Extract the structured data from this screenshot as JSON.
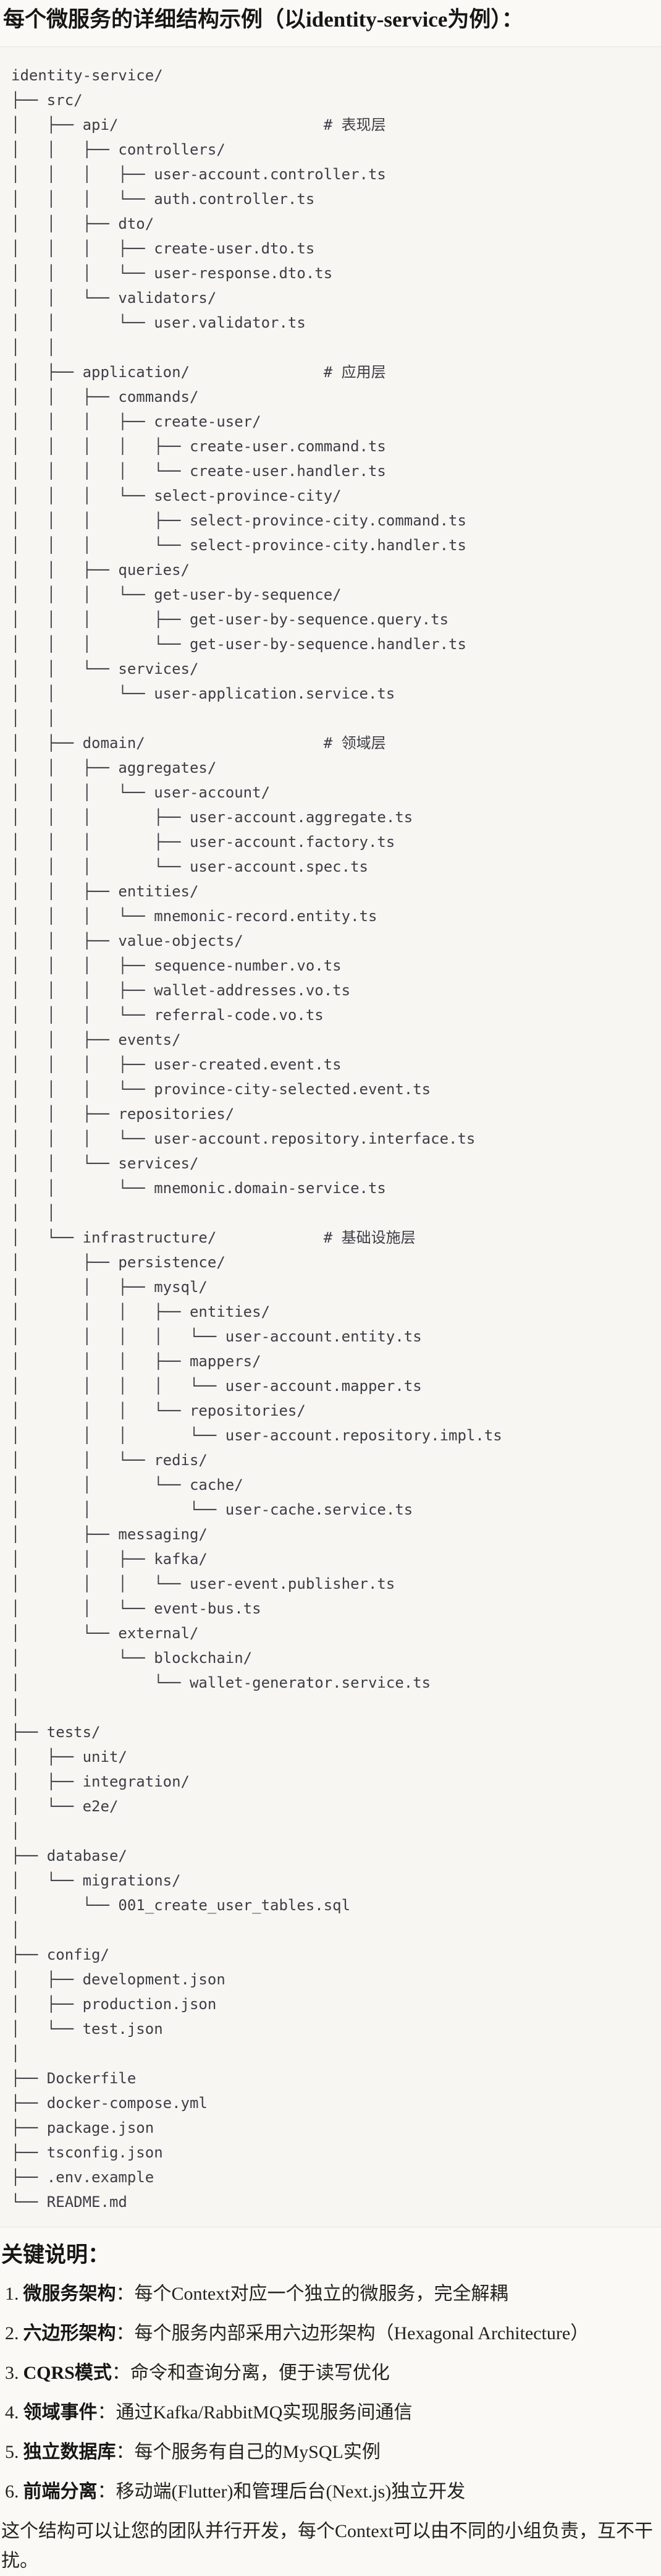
{
  "page": {
    "title": "每个微服务的详细结构示例（以identity-service为例）：",
    "colors": {
      "page_bg": "#faf9f5",
      "code_bg": "#f7f6f3",
      "code_border": "#e6e4de",
      "code_text": "#3d3d45",
      "heading_text": "#171614",
      "body_text": "#24231f"
    }
  },
  "code_block": {
    "lines": [
      "identity-service/",
      "├── src/",
      "│   ├── api/                       # 表现层",
      "│   │   ├── controllers/",
      "│   │   │   ├── user-account.controller.ts",
      "│   │   │   └── auth.controller.ts",
      "│   │   ├── dto/",
      "│   │   │   ├── create-user.dto.ts",
      "│   │   │   └── user-response.dto.ts",
      "│   │   └── validators/",
      "│   │       └── user.validator.ts",
      "│   │",
      "│   ├── application/               # 应用层",
      "│   │   ├── commands/",
      "│   │   │   ├── create-user/",
      "│   │   │   │   ├── create-user.command.ts",
      "│   │   │   │   └── create-user.handler.ts",
      "│   │   │   └── select-province-city/",
      "│   │   │       ├── select-province-city.command.ts",
      "│   │   │       └── select-province-city.handler.ts",
      "│   │   ├── queries/",
      "│   │   │   └── get-user-by-sequence/",
      "│   │   │       ├── get-user-by-sequence.query.ts",
      "│   │   │       └── get-user-by-sequence.handler.ts",
      "│   │   └── services/",
      "│   │       └── user-application.service.ts",
      "│   │",
      "│   ├── domain/                    # 领域层",
      "│   │   ├── aggregates/",
      "│   │   │   └── user-account/",
      "│   │   │       ├── user-account.aggregate.ts",
      "│   │   │       ├── user-account.factory.ts",
      "│   │   │       └── user-account.spec.ts",
      "│   │   ├── entities/",
      "│   │   │   └── mnemonic-record.entity.ts",
      "│   │   ├── value-objects/",
      "│   │   │   ├── sequence-number.vo.ts",
      "│   │   │   ├── wallet-addresses.vo.ts",
      "│   │   │   └── referral-code.vo.ts",
      "│   │   ├── events/",
      "│   │   │   ├── user-created.event.ts",
      "│   │   │   └── province-city-selected.event.ts",
      "│   │   ├── repositories/",
      "│   │   │   └── user-account.repository.interface.ts",
      "│   │   └── services/",
      "│   │       └── mnemonic.domain-service.ts",
      "│   │",
      "│   └── infrastructure/            # 基础设施层",
      "│       ├── persistence/",
      "│       │   ├── mysql/",
      "│       │   │   ├── entities/",
      "│       │   │   │   └── user-account.entity.ts",
      "│       │   │   ├── mappers/",
      "│       │   │   │   └── user-account.mapper.ts",
      "│       │   │   └── repositories/",
      "│       │   │       └── user-account.repository.impl.ts",
      "│       │   └── redis/",
      "│       │       └── cache/",
      "│       │           └── user-cache.service.ts",
      "│       ├── messaging/",
      "│       │   ├── kafka/",
      "│       │   │   └── user-event.publisher.ts",
      "│       │   └── event-bus.ts",
      "│       └── external/",
      "│           └── blockchain/",
      "│               └── wallet-generator.service.ts",
      "│",
      "├── tests/",
      "│   ├── unit/",
      "│   ├── integration/",
      "│   └── e2e/",
      "│",
      "├── database/",
      "│   └── migrations/",
      "│       └── 001_create_user_tables.sql",
      "│",
      "├── config/",
      "│   ├── development.json",
      "│   ├── production.json",
      "│   └── test.json",
      "│",
      "├── Dockerfile",
      "├── docker-compose.yml",
      "├── package.json",
      "├── tsconfig.json",
      "├── .env.example",
      "└── README.md"
    ]
  },
  "notes": {
    "heading": "关键说明：",
    "items": [
      {
        "num": "1.",
        "label": "微服务架构",
        "text": "：每个Context对应一个独立的微服务，完全解耦"
      },
      {
        "num": "2.",
        "label": "六边形架构",
        "text": "：每个服务内部采用六边形架构（Hexagonal Architecture）"
      },
      {
        "num": "3.",
        "label": "CQRS模式",
        "text": "：命令和查询分离，便于读写优化"
      },
      {
        "num": "4.",
        "label": "领域事件",
        "text": "：通过Kafka/RabbitMQ实现服务间通信"
      },
      {
        "num": "5.",
        "label": "独立数据库",
        "text": "：每个服务有自己的MySQL实例"
      },
      {
        "num": "6.",
        "label": "前端分离",
        "text": "：移动端(Flutter)和管理后台(Next.js)独立开发"
      }
    ],
    "footer": "这个结构可以让您的团队并行开发，每个Context可以由不同的小组负责，互不干扰。"
  }
}
